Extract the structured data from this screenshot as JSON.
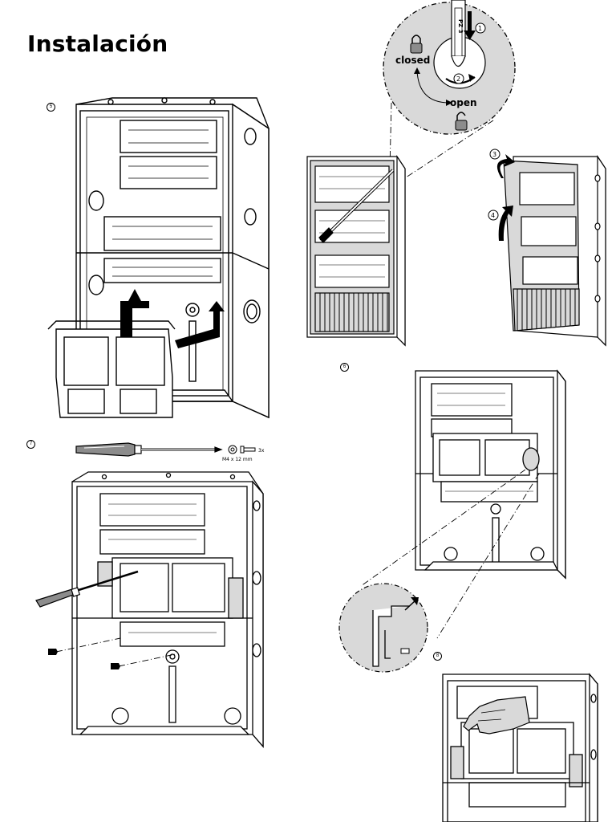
{
  "page": {
    "title": "Instalación"
  },
  "steps": {
    "s5": "5",
    "s6": "6",
    "s7": "7",
    "s8": "8"
  },
  "detail": {
    "closed_label": "closed",
    "open_label": "open",
    "driver_label": "PZ 3",
    "callout_1": "1",
    "callout_2": "2",
    "callout_3": "3",
    "callout_4": "4"
  },
  "hardware": {
    "screw_size": "M4 x 12 mm",
    "quantity": "3x"
  },
  "colors": {
    "line": "#000000",
    "cabinet_fill": "#ffffff",
    "shade": "#d9d9d9",
    "dark_shade": "#8c8c8c"
  }
}
